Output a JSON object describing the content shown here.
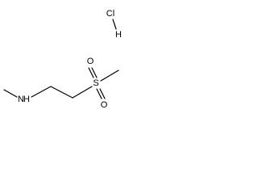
{
  "molecule": {
    "atoms": {
      "chlorine": "Cl",
      "hydrogen": "H",
      "nitrogen": "N",
      "nitrogen_hydrogen": "H",
      "sulfur": "S",
      "oxygen_upper": "O",
      "oxygen_lower": "O"
    }
  },
  "colors": {
    "line": "#000000",
    "background": "#ffffff"
  }
}
